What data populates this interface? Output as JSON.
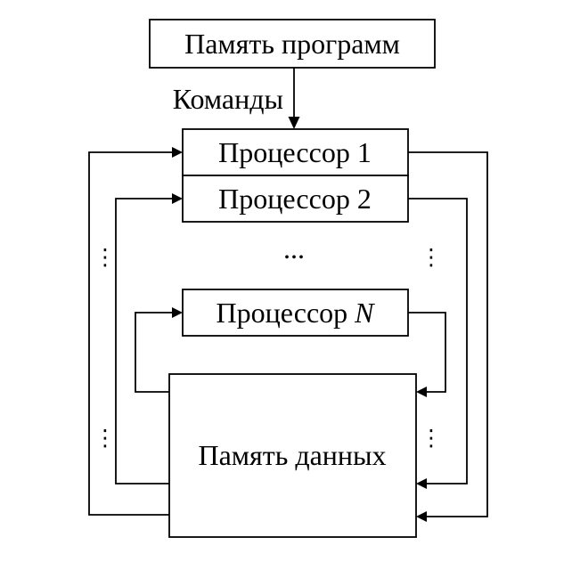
{
  "diagram": {
    "type": "block-diagram",
    "background": "#ffffff",
    "line_color": "#000000",
    "box_fill": "#ffffff",
    "nodes": {
      "program_memory": {
        "label": "Память программ"
      },
      "processor_1": {
        "label": "Процессор 1"
      },
      "processor_2": {
        "label": "Процессор 2"
      },
      "processor_n": {
        "label_prefix": "Процессор ",
        "label_symbol": "N"
      },
      "data_memory": {
        "label": "Память данных"
      }
    },
    "edge_labels": {
      "commands": "Команды"
    },
    "ellipsis": {
      "horizontal": "...",
      "vertical": "⋮"
    }
  }
}
